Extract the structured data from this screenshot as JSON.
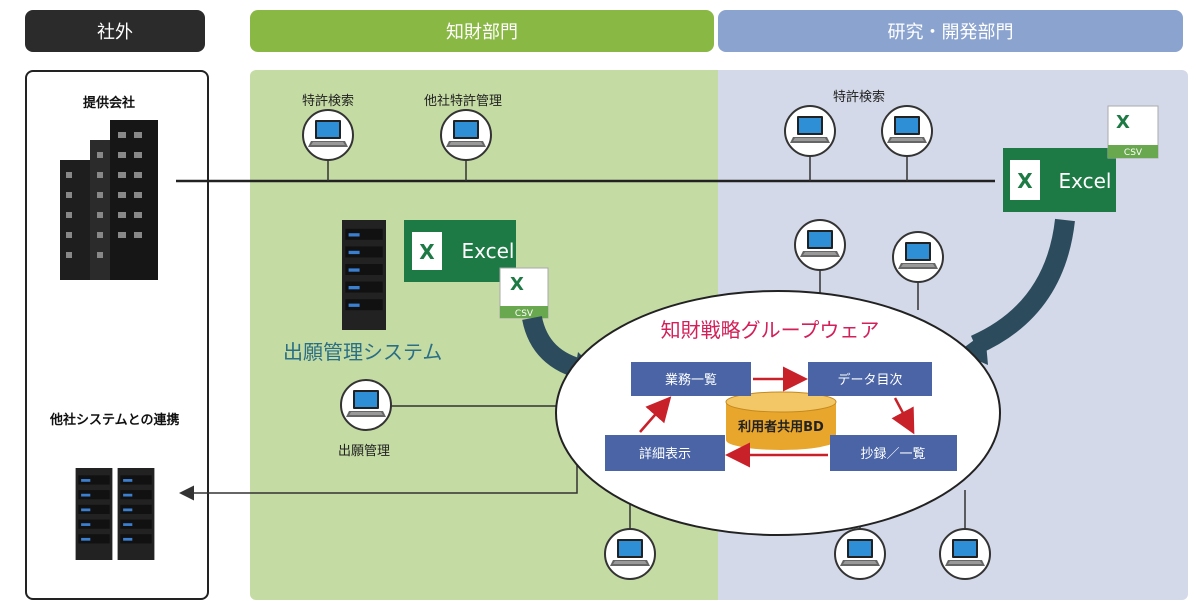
{
  "headers": {
    "external": "社外",
    "ip_dept": "知財部門",
    "rd_dept": "研究・開発部門"
  },
  "external": {
    "provider_label": "提供会社",
    "other_system_label": "他社システムとの連携"
  },
  "ip_dept": {
    "patent_search_label": "特許検索",
    "other_patent_mgmt_label": "他社特許管理",
    "application_system_label": "出願管理システム",
    "application_mgmt_label": "出願管理"
  },
  "rd_dept": {
    "patent_search_label": "特許検索"
  },
  "excel": {
    "excel_text": "Excel",
    "csv_text": "CSV"
  },
  "groupware": {
    "title": "知財戦略グループウェア",
    "nodes": {
      "business_list": "業務一覧",
      "data_index": "データ目次",
      "excerpt_list": "抄録／一覧",
      "detail_view": "詳細表示",
      "shared_db": "利用者共用BD"
    }
  },
  "colors": {
    "external_header": "#2b2b2b",
    "ip_header": "#8ab844",
    "rd_header": "#8ba3cf",
    "ip_panel": "#c5dba4",
    "rd_panel": "#d3d9e8",
    "node_fill": "#4a64a6",
    "title_red": "#d3205a",
    "arrow_red": "#c82129",
    "big_arrow": "#2c4c5e",
    "excel_green": "#1e7a45",
    "db_gold": "#e9a62c"
  }
}
